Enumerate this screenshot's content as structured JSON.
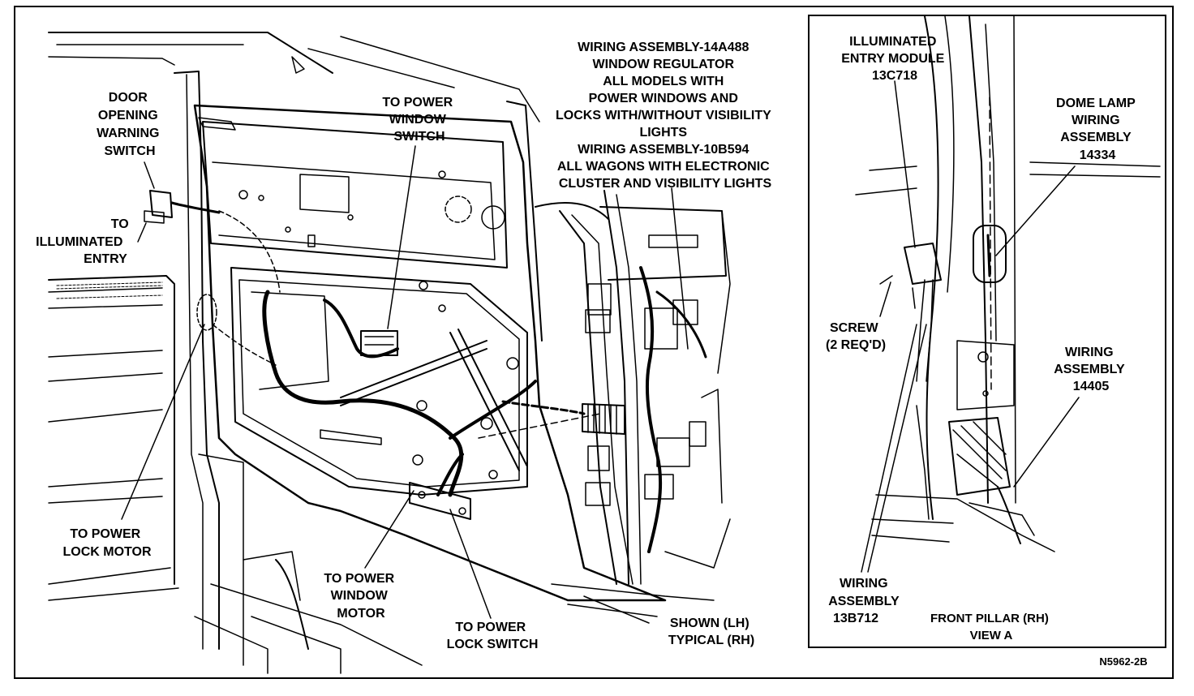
{
  "labels": {
    "door_opening_warning_switch": [
      "DOOR",
      "OPENING",
      "WARNING",
      "SWITCH"
    ],
    "to_illuminated_entry": [
      "TO",
      "ILLUMINATED",
      "ENTRY"
    ],
    "to_power_window_switch": [
      "TO POWER",
      "WINDOW",
      "SWITCH"
    ],
    "wiring_assembly_main": [
      "WIRING ASSEMBLY-14A488",
      "WINDOW REGULATOR",
      "ALL MODELS WITH",
      "POWER WINDOWS AND",
      "LOCKS WITH/WITHOUT VISIBILITY",
      "LIGHTS",
      "WIRING ASSEMBLY-10B594",
      "ALL WAGONS WITH ELECTRONIC",
      "CLUSTER AND VISIBILITY LIGHTS"
    ],
    "to_power_lock_motor": [
      "TO POWER",
      "LOCK MOTOR"
    ],
    "to_power_window_motor": [
      "TO POWER",
      "WINDOW",
      "MOTOR"
    ],
    "to_power_lock_switch": [
      "TO POWER",
      "LOCK SWITCH"
    ],
    "shown_typical": [
      "SHOWN (LH)",
      "TYPICAL (RH)"
    ],
    "illuminated_entry_module": [
      "ILLUMINATED",
      "ENTRY MODULE",
      "13C718"
    ],
    "dome_lamp_wiring": [
      "DOME LAMP",
      "WIRING",
      "ASSEMBLY",
      "14334"
    ],
    "screw": [
      "SCREW",
      "(2 REQ'D)"
    ],
    "wiring_assembly_14405": [
      "WIRING",
      "ASSEMBLY",
      "14405"
    ],
    "wiring_assembly_13b712": [
      "WIRING",
      "ASSEMBLY",
      "13B712"
    ],
    "front_pillar_view": [
      "FRONT PILLAR (RH)",
      "VIEW A"
    ],
    "figure_code": "N5962-2B"
  }
}
